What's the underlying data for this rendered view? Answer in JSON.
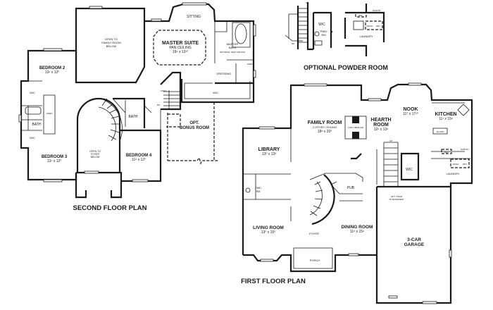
{
  "titles": {
    "second_floor": "SECOND FLOOR PLAN",
    "first_floor": "FIRST FLOOR PLAN",
    "optional_powder": "OPTIONAL POWDER ROOM"
  },
  "second_floor": {
    "open_family": [
      "OPEN TO",
      "FAMILY ROOM",
      "BELOW"
    ],
    "sitting": "SITTING",
    "master_suite": {
      "name": "MASTER SUITE",
      "note": "PAN CEILING",
      "size": "19⁴ x 13¹⁰"
    },
    "master_bath": [
      "MASTER",
      "BATH"
    ],
    "optional_seating": "OPTIONAL SEAT CEILING",
    "dressing": "DRESSING",
    "master_wic": "WIC",
    "bedroom2": {
      "name": "BEDROOM 2",
      "size": "13⁴ x 12⁰"
    },
    "wic1": "WIC",
    "bath1": "BATH",
    "wic2": "WIC",
    "linen1": "LINEN",
    "bedroom3": {
      "name": "BEDROOM 3",
      "size": "13⁴ x 12⁰"
    },
    "open_foyer": [
      "OPEN TO",
      "FOYER",
      "BELOW"
    ],
    "bedroom4": {
      "name": "BEDROOM 4",
      "size": "11⁸ x 12⁰"
    },
    "bath2": "BATH",
    "linen2": "LINEN",
    "linen3": "LINEN",
    "dn": "DN",
    "bonus": [
      "OPT.",
      "BONUS ROOM"
    ]
  },
  "first_floor": {
    "family_room": {
      "name": "FAMILY ROOM",
      "note": "2-STORY CEILING",
      "size": "18⁸ x 20⁰"
    },
    "fireplace": "2-WAY FIREPLACE",
    "hearth_room": {
      "name": [
        "HEARTH",
        "ROOM"
      ],
      "size": "12⁶ x 13⁸"
    },
    "nook": {
      "name": "NOOK",
      "size": "11⁰ x 17¹⁰"
    },
    "kitchen": {
      "name": "KITCHEN",
      "size": "11¹ x 15⁸"
    },
    "island": "ISLAND",
    "pantry": "PANTRY",
    "ref": "REF",
    "wash": "WASH",
    "dry": "DRY",
    "laundry": "LAUNDRY",
    "wic": "WIC",
    "library": {
      "name": "LIBRARY",
      "size": "13⁰ x 13³"
    },
    "pwd_rm": [
      "PWD.",
      "RM."
    ],
    "pub": "PUB",
    "up": "UP",
    "living_room": {
      "name": "LIVING ROOM",
      "size": "13⁰ x 15⁰"
    },
    "foyer": "FOYER",
    "dining_room": {
      "name": "DINING ROOM",
      "size": "11⁶ x 15⁶"
    },
    "garage": [
      "3-CAR",
      "GARAGE"
    ],
    "porch": "PORCH",
    "basement_stair": [
      "OPT. STAIR",
      "TO BASEMENT"
    ]
  },
  "optional_powder": {
    "up": "UP",
    "wic": "WIC",
    "pwd_rm": [
      "PWD.",
      "RM."
    ],
    "pantry": "PANTRY",
    "ref": "REF",
    "wash": "WASH",
    "dry": "DRY",
    "laundry": "LAUNDRY",
    "dn": "DN"
  }
}
